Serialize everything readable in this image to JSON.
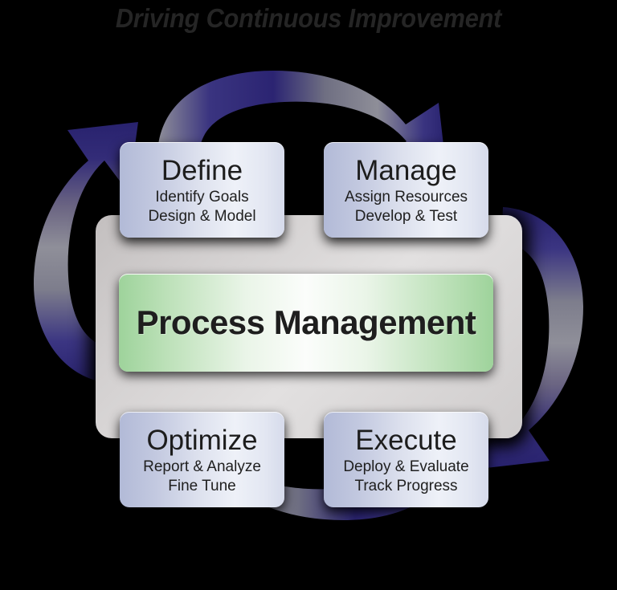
{
  "title": "Driving Continuous Improvement",
  "center": {
    "label": "Process Management"
  },
  "cycle": {
    "direction": "clockwise",
    "stages": [
      {
        "id": "define",
        "title": "Define",
        "line1": "Identify Goals",
        "line2": "Design & Model",
        "position": "top-left"
      },
      {
        "id": "manage",
        "title": "Manage",
        "line1": "Assign Resources",
        "line2": "Develop & Test",
        "position": "top-right"
      },
      {
        "id": "execute",
        "title": "Execute",
        "line1": "Deploy & Evaluate",
        "line2": "Track Progress",
        "position": "bottom-right"
      },
      {
        "id": "optimize",
        "title": "Optimize",
        "line1": "Report & Analyze",
        "line2": "Fine Tune",
        "position": "bottom-left"
      }
    ],
    "arrows": [
      {
        "id": "arrow-top",
        "from": "define",
        "to": "manage",
        "icon": "curved-arrow-right-icon"
      },
      {
        "id": "arrow-right",
        "from": "manage",
        "to": "execute",
        "icon": "curved-arrow-down-icon"
      },
      {
        "id": "arrow-bottom",
        "from": "execute",
        "to": "optimize",
        "icon": "curved-arrow-left-icon"
      },
      {
        "id": "arrow-left",
        "from": "optimize",
        "to": "define",
        "icon": "curved-arrow-up-icon"
      }
    ]
  },
  "colors": {
    "background": "#000000",
    "title_text": "#252525",
    "arrow_dark": "#28226e",
    "arrow_gray": "#8a8a93",
    "box_blue_light": "#eef1f8",
    "box_blue_dark": "#b2bad7",
    "center_green": "#9ed39b",
    "center_white": "#fbfdfb",
    "frame_gray": "#d3d0d0",
    "body_text": "#1d1d1d"
  }
}
